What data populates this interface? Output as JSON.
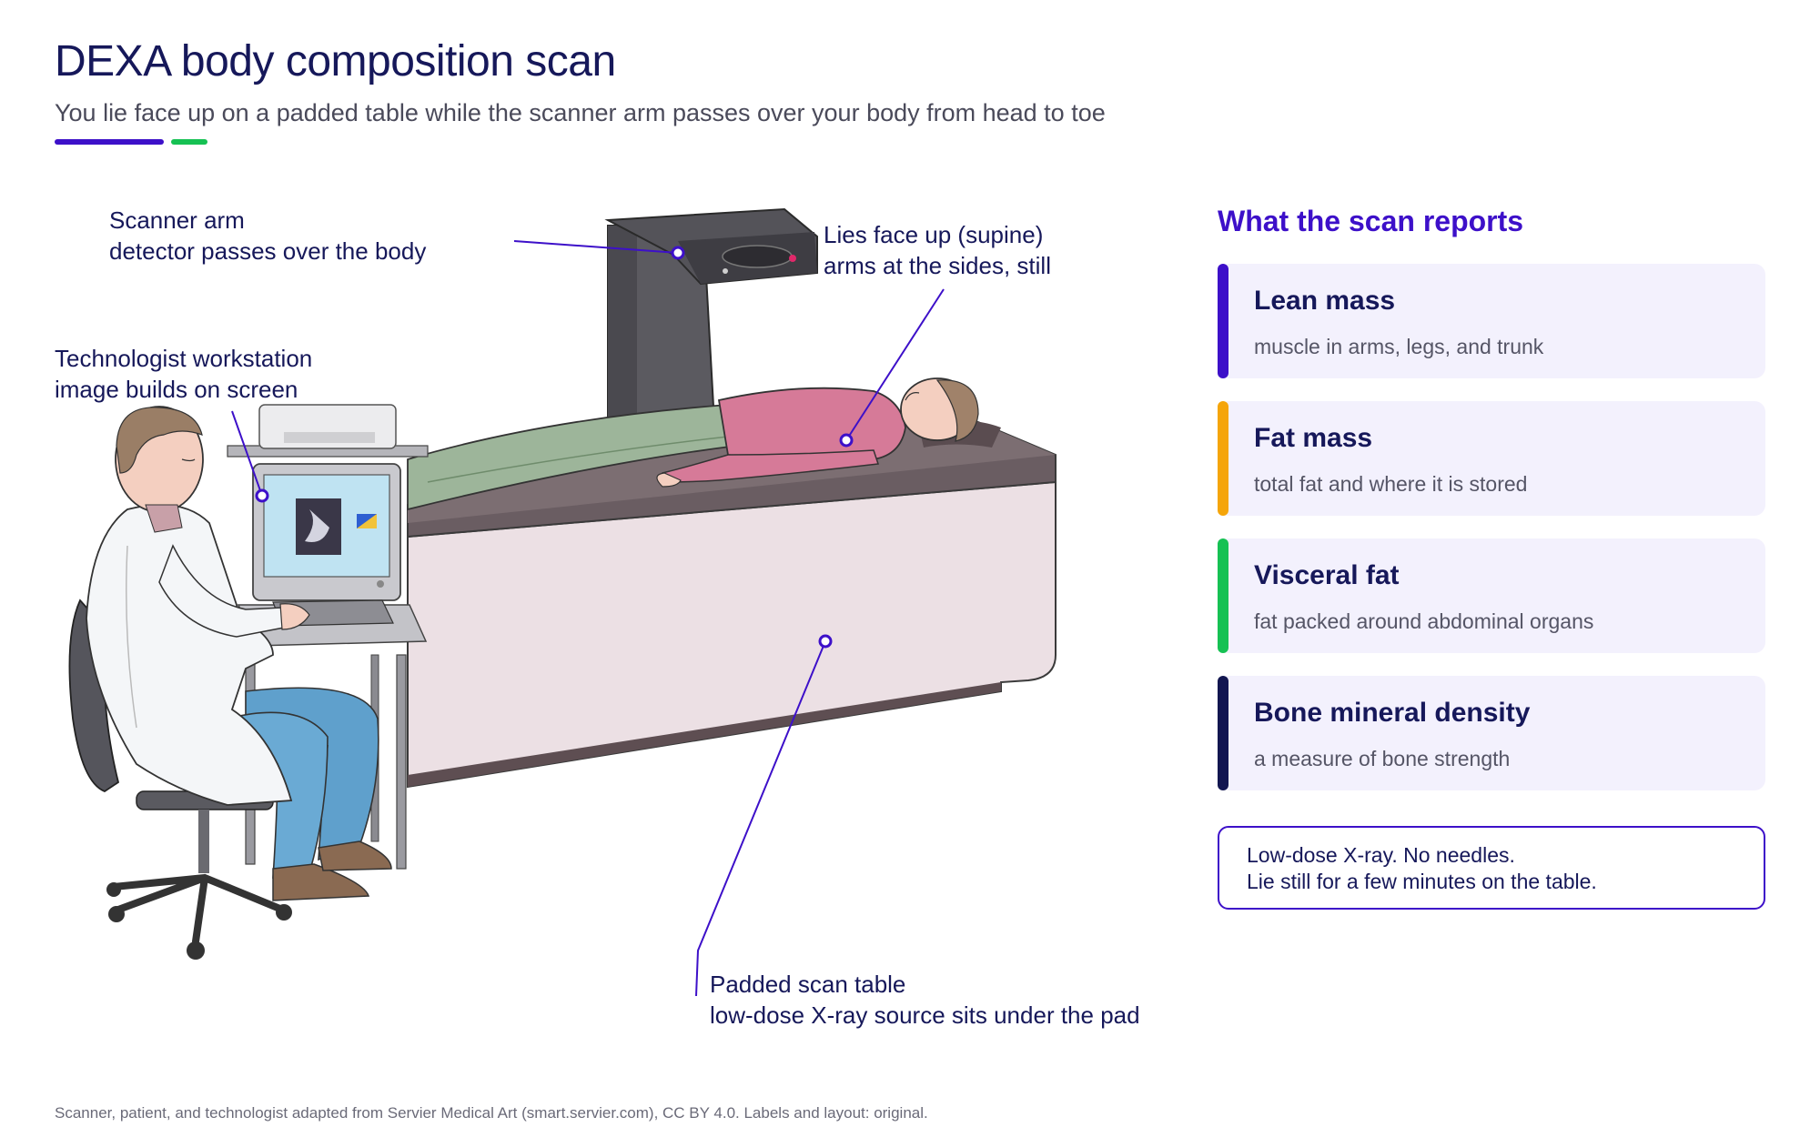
{
  "header": {
    "title": "DEXA body composition scan",
    "subtitle": "You lie face up on a padded table while the scanner arm passes over your body from head to toe"
  },
  "colors": {
    "accent_primary": "#3d10c9",
    "accent_secondary": "#16c153",
    "lean_mass": "#3d10c9",
    "fat_mass": "#f5a50a",
    "visceral_fat": "#16c153",
    "bone_density": "#121650",
    "card_background": "#f3f1fd",
    "text_dark": "#16185a"
  },
  "callouts": {
    "scanner_arm": {
      "title": "Scanner arm",
      "detail": "detector passes over the body"
    },
    "workstation": {
      "title": "Technologist workstation",
      "detail": "image builds on screen"
    },
    "patient": {
      "title": "Lies face up (supine)",
      "detail": "arms at the sides, still"
    },
    "table": {
      "title": "Padded scan table",
      "detail": "low-dose X-ray source sits under the pad"
    }
  },
  "panel": {
    "title": "What the scan reports",
    "cards": [
      {
        "name": "Lean mass",
        "desc": "muscle in arms, legs, and trunk"
      },
      {
        "name": "Fat mass",
        "desc": "total fat and where it is stored"
      },
      {
        "name": "Visceral fat",
        "desc": "fat packed around abdominal organs"
      },
      {
        "name": "Bone mineral density",
        "desc": "a measure of bone strength"
      }
    ]
  },
  "note": {
    "line1": "Low-dose X-ray. No needles.",
    "line2": "Lie still for a few minutes on the table."
  },
  "credit": "Scanner, patient, and technologist adapted from Servier Medical Art (smart.servier.com), CC BY 4.0. Labels and layout: original.",
  "icons": [
    "scanner-illustration",
    "patient-illustration",
    "technologist-illustration",
    "workstation-illustration",
    "callout-marker-icon"
  ]
}
